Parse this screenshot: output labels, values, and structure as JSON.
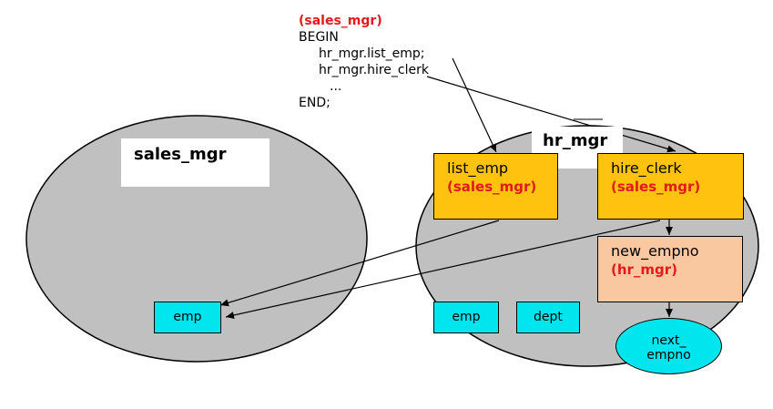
{
  "code": {
    "header": "(sales_mgr)",
    "begin": "BEGIN",
    "line1": "hr_mgr.list_emp;",
    "line2": "hr_mgr.hire_clerk",
    "line3": "...",
    "end": "END;"
  },
  "schemas": {
    "left_label": "sales_mgr",
    "right_label": "hr_mgr"
  },
  "procedures": {
    "list_emp": {
      "name": "list_emp",
      "owner": "(sales_mgr)"
    },
    "hire_clerk": {
      "name": "hire_clerk",
      "owner": "(sales_mgr)"
    },
    "new_empno": {
      "name": "new_empno",
      "owner": "(hr_mgr)"
    }
  },
  "objects": {
    "emp_left": "emp",
    "emp_right": "emp",
    "dept": "dept",
    "sequence_line1": "next_",
    "sequence_line2": "empno"
  },
  "colors": {
    "procedure_fill": "#ffc20e",
    "function_fill": "#fac8a0",
    "table_fill": "#00e5ee",
    "schema_fill": "#c0c0c0",
    "owner_text": "#e21a1a"
  }
}
